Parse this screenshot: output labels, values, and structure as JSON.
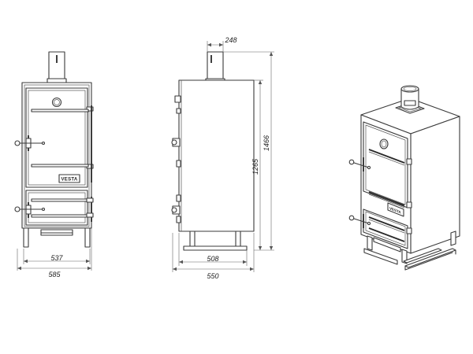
{
  "brand": "VESTA",
  "dimensions": {
    "front_inner_width": "537",
    "front_outer_width": "585",
    "side_top_width": "248",
    "side_body_depth": "508",
    "side_overall_depth": "550",
    "height_to_top": "1265",
    "height_overall": "1466"
  }
}
